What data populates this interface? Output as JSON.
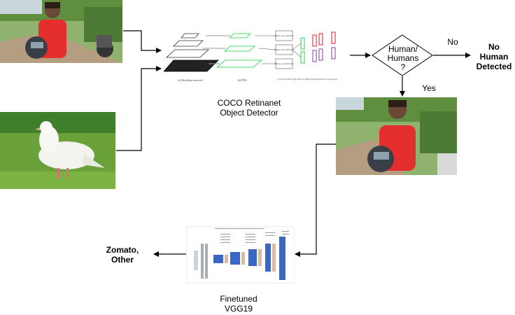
{
  "detector": {
    "title_line1": "COCO Retinanet",
    "title_line2": "Object Detector",
    "caption_a": "(a) Backbone network",
    "caption_b": "(b) FPN",
    "caption_c": "(c) Class subnet (top) and box subnet (bottom) (shown for purpose)",
    "subnet_label_1": "Class + box subnets",
    "subnet_label_2": "Class + box subnets",
    "subnet_label_3": "Class + box subnets"
  },
  "decision": {
    "line1": "Human/",
    "line2": "Humans",
    "line3": "?",
    "no_label": "No",
    "yes_label": "Yes"
  },
  "outcome_no": {
    "line1": "No",
    "line2": "Human",
    "line3": "Detected"
  },
  "classifier": {
    "title_line1": "Finetuned",
    "title_line2": "VGG19"
  },
  "outcome_yes": {
    "line1": "Zomato,",
    "line2": "Other"
  },
  "colors": {
    "arrow": "#000000",
    "fpn_green": "#4cd964",
    "red_block": "#e0404a",
    "purple_block": "#9b59b6",
    "vgg_blue": "#3a66c4",
    "vgg_tan": "#e0b89a"
  }
}
